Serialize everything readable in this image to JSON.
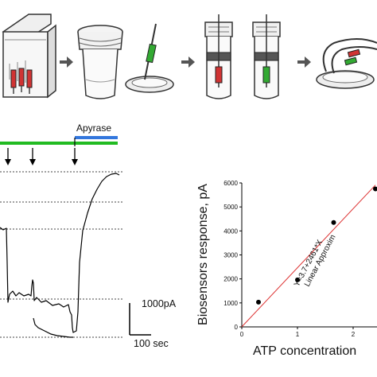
{
  "trace_panel": {
    "treatment_label": "Apyrase",
    "scale_bar": {
      "amplitude_label": "1000pA",
      "time_label": "100 sec"
    }
  },
  "colors": {
    "green_bar": "#22bb22",
    "blue_bar": "#3377dd",
    "fit_line": "#dd3333",
    "trace": "#000000"
  },
  "chart_data": {
    "type": "scatter",
    "ylabel": "Biosensors response, pA",
    "xlabel": "ATP concentration",
    "yticks": [
      0,
      1000,
      2000,
      3000,
      4000,
      5000,
      6000
    ],
    "xticks": [
      0,
      1,
      2
    ],
    "ylim": [
      0,
      6000
    ],
    "grid": false,
    "points": [
      {
        "x": 0.3,
        "y": 1030
      },
      {
        "x": 1.0,
        "y": 1960
      },
      {
        "x": 1.65,
        "y": 4350
      },
      {
        "x": 2.4,
        "y": 5750
      }
    ],
    "fit": {
      "intercept": 3.7,
      "slope": 2461
    },
    "annotation_lines": [
      "Y=3.7+2461*X",
      "Linear Approxim"
    ]
  }
}
